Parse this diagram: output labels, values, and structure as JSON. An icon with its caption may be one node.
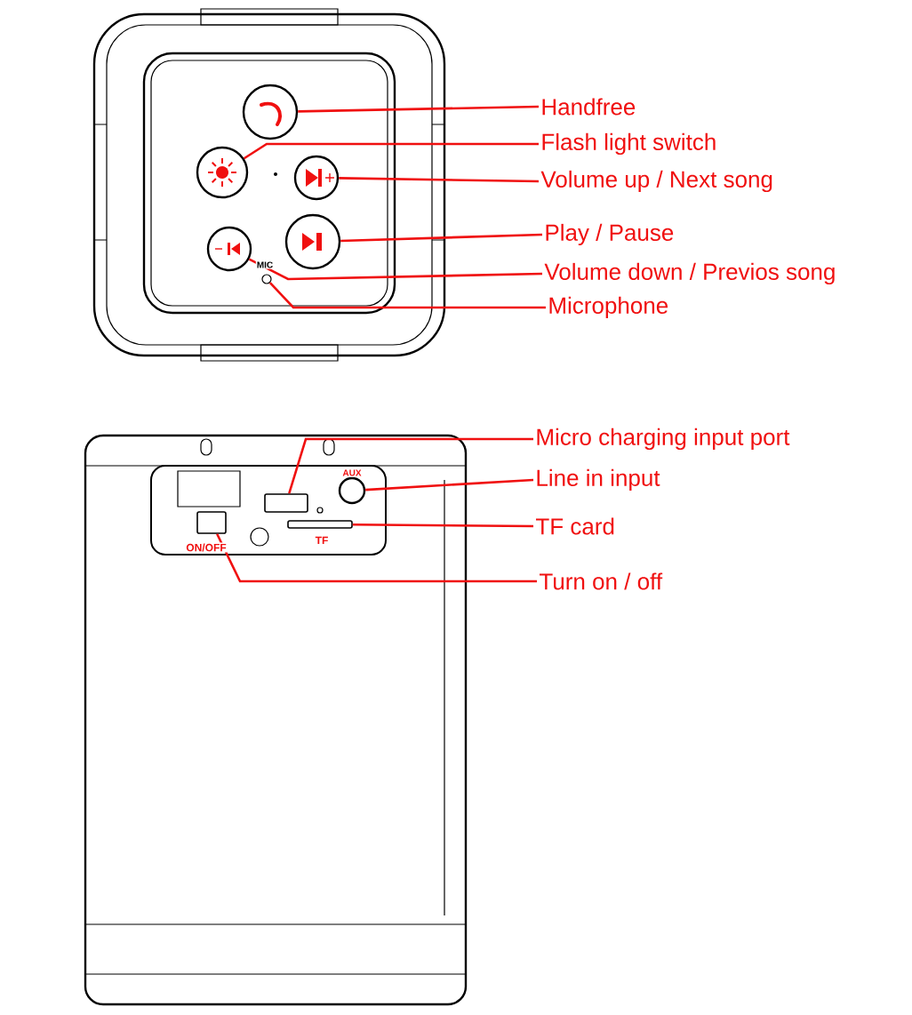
{
  "diagram": {
    "nodes": [
      {
        "text": [
          "Handfree"
        ]
      },
      {
        "text": [
          "Flash light switch"
        ]
      },
      {
        "text": [
          "Volume up / Next song"
        ]
      },
      {
        "text": [
          "Play / Pause"
        ]
      },
      {
        "text": [
          "Volume down / Previos song"
        ]
      },
      {
        "text": [
          "Microphone"
        ]
      },
      {
        "text": [
          "Micro charging input port"
        ]
      },
      {
        "text": [
          "Line in input"
        ]
      },
      {
        "text": [
          "TF card"
        ]
      },
      {
        "text": [
          "Turn on / off"
        ]
      },
      {
        "text": [],
        "shape": "circle"
      },
      {
        "text": [],
        "shape": "circle"
      },
      {
        "text": [],
        "shape": "circle"
      },
      {
        "text": [],
        "shape": "circle"
      },
      {
        "text": [],
        "shape": "circle"
      },
      {
        "text": [],
        "shape": "circle",
        "beside": [
          "MIC"
        ]
      },
      {
        "text": [],
        "shape": "box"
      },
      {
        "text": [],
        "shape": "circle",
        "beside": [
          "AUX"
        ]
      },
      {
        "text": [],
        "shape": "box",
        "beside": [
          "TF"
        ]
      },
      {
        "text": [],
        "shape": "box",
        "beside": [
          "ON/OFF"
        ]
      }
    ],
    "edges": [
      {
        "from": 0,
        "to": 10,
        "arrow": "none"
      },
      {
        "from": 1,
        "to": 11,
        "arrow": "none"
      },
      {
        "from": 2,
        "to": 12,
        "arrow": "none"
      },
      {
        "from": 3,
        "to": 13,
        "arrow": "none"
      },
      {
        "from": 4,
        "to": 14,
        "arrow": "none"
      },
      {
        "from": 5,
        "to": 15,
        "arrow": "none"
      },
      {
        "from": 6,
        "to": 16,
        "arrow": "none"
      },
      {
        "from": 7,
        "to": 17,
        "arrow": "none"
      },
      {
        "from": 8,
        "to": 18,
        "arrow": "none"
      },
      {
        "from": 9,
        "to": 19,
        "arrow": "none"
      }
    ]
  }
}
